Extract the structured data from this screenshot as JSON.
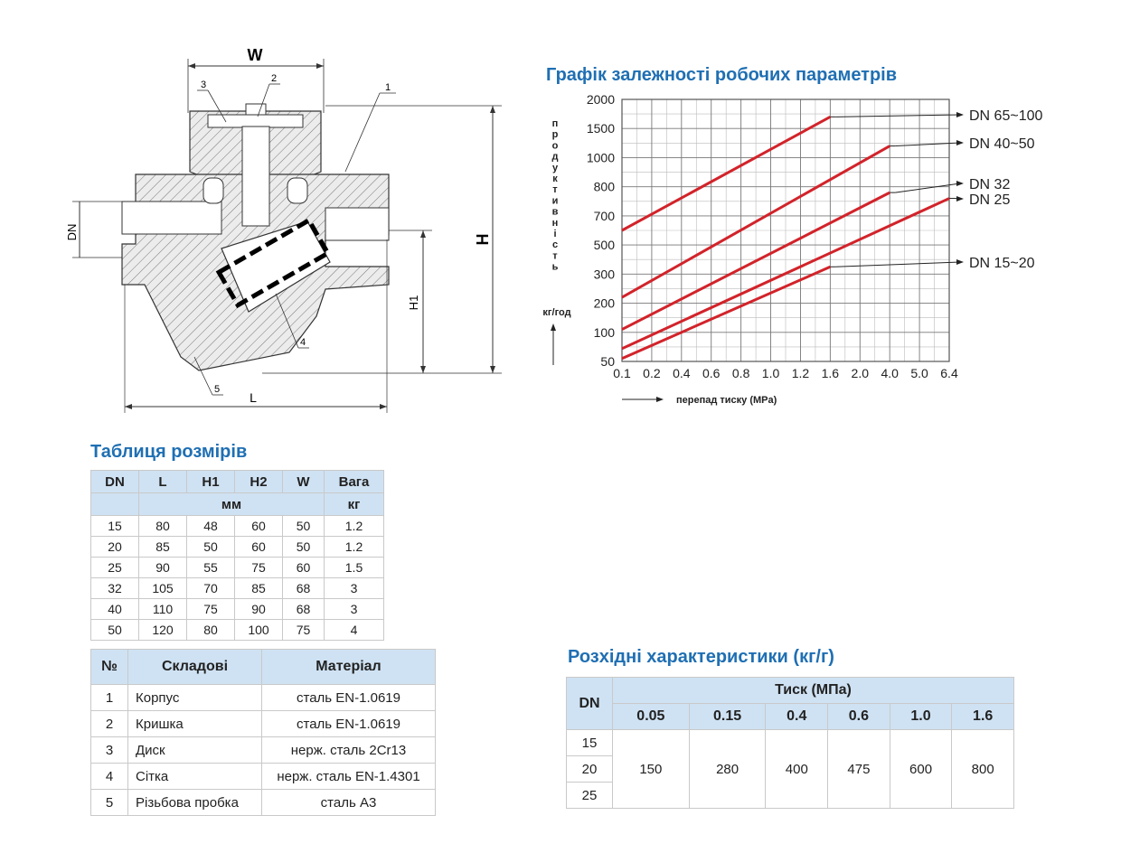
{
  "drawing": {
    "labels": {
      "w": "W",
      "h": "H",
      "h1": "H1",
      "dn": "DN",
      "l": "L",
      "p1": "1",
      "p2": "2",
      "p3": "3",
      "p4": "4",
      "p5": "5"
    }
  },
  "chart_title": "Графік залежності робочих параметрів",
  "chart_data": {
    "type": "line",
    "y_axis_label_vertical": "продуктивність",
    "y_unit": "кг/год",
    "x_axis_label": "перепад тиску (MPa)",
    "x_ticks": [
      "0.1",
      "0.2",
      "0.4",
      "0.6",
      "0.8",
      "1.0",
      "1.2",
      "1.6",
      "2.0",
      "4.0",
      "5.0",
      "6.4"
    ],
    "y_ticks": [
      "2000",
      "1500",
      "1000",
      "800",
      "700",
      "500",
      "300",
      "200",
      "100",
      "50"
    ],
    "series": [
      {
        "name": "DN 65~100",
        "x_start": "0.1",
        "y_start": 600,
        "x_end": "1.6",
        "y_end": 1700
      },
      {
        "name": "DN 40~50",
        "x_start": "0.1",
        "y_start": 220,
        "x_end": "4.0",
        "y_end": 1200
      },
      {
        "name": "DN 32",
        "x_start": "0.1",
        "y_start": 110,
        "x_end": "4.0",
        "y_end": 780
      },
      {
        "name": "DN 25",
        "x_start": "0.1",
        "y_start": 72,
        "x_end": "6.4",
        "y_end": 760
      },
      {
        "name": "DN 15~20",
        "x_start": "0.1",
        "y_start": 55,
        "x_end": "1.6",
        "y_end": 350
      }
    ]
  },
  "dims_title": "Таблиця розмірів",
  "dims": {
    "headers": [
      "DN",
      "L",
      "H1",
      "H2",
      "W",
      "Вага"
    ],
    "unit_mm": "мм",
    "unit_kg": "кг",
    "rows": [
      [
        "15",
        "80",
        "48",
        "60",
        "50",
        "1.2"
      ],
      [
        "20",
        "85",
        "50",
        "60",
        "50",
        "1.2"
      ],
      [
        "25",
        "90",
        "55",
        "75",
        "60",
        "1.5"
      ],
      [
        "32",
        "105",
        "70",
        "85",
        "68",
        "3"
      ],
      [
        "40",
        "110",
        "75",
        "90",
        "68",
        "3"
      ],
      [
        "50",
        "120",
        "80",
        "100",
        "75",
        "4"
      ]
    ]
  },
  "parts": {
    "headers": [
      "№",
      "Складові",
      "Матеріал"
    ],
    "rows": [
      [
        "1",
        "Корпус",
        "сталь  EN-1.0619"
      ],
      [
        "2",
        "Кришка",
        "сталь  EN-1.0619"
      ],
      [
        "3",
        "Диск",
        "нерж. сталь 2Cr13"
      ],
      [
        "4",
        "Сітка",
        "нерж. сталь EN-1.4301"
      ],
      [
        "5",
        "Різьбова пробка",
        "сталь А3"
      ]
    ]
  },
  "capacity_title": "Розхідні характеристики (кг/г)",
  "capacity": {
    "dn_header": "DN",
    "pressure_header": "Тиск (МПа)",
    "pressures": [
      "0.05",
      "0.15",
      "0.4",
      "0.6",
      "1.0",
      "1.6"
    ],
    "dn_values": [
      "15",
      "20",
      "25"
    ],
    "values": [
      "150",
      "280",
      "400",
      "475",
      "600",
      "800"
    ]
  }
}
